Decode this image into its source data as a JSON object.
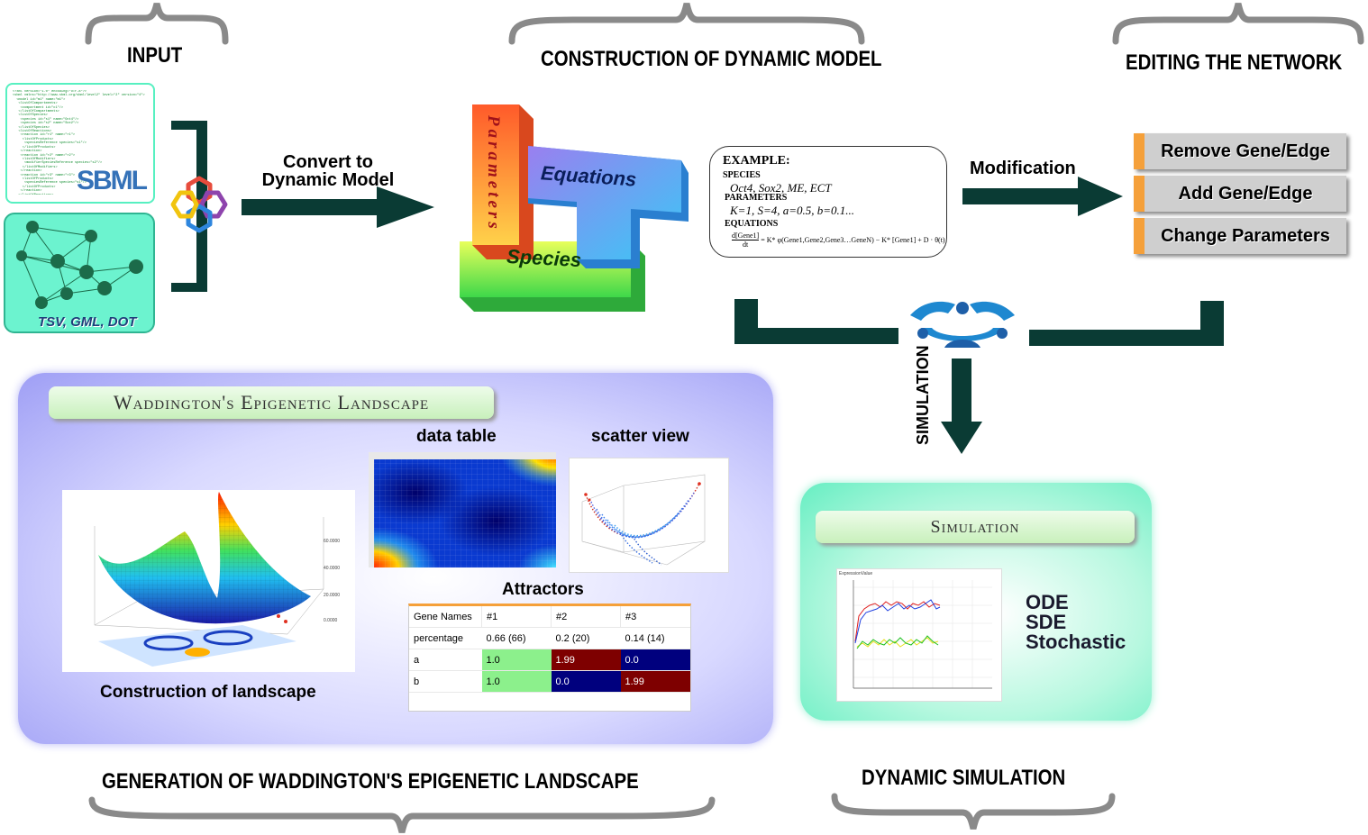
{
  "headings": {
    "input": "INPUT",
    "construction": "CONSTRUCTION OF DYNAMIC MODEL",
    "editing": "EDITING THE NETWORK",
    "generation": "GENERATION OF WADDINGTON'S EPIGENETIC LANDSCAPE",
    "dynamic_simulation": "DYNAMIC SIMULATION"
  },
  "input": {
    "sbml_logo": "SBML",
    "network_formats": "TSV, GML, DOT"
  },
  "convert_label_line1": "Convert to",
  "convert_label_line2": "Dynamic Model",
  "model_blocks": {
    "parameters": "Parameters",
    "equations": "Equations",
    "species": "Species"
  },
  "example": {
    "title": "EXAMPLE:",
    "species_label": "SPECIES",
    "species_value": "Oct4, Sox2, ME, ECT",
    "parameters_label": "PARAMETERS",
    "parameters_value": "K=1, S=4, a=0.5, b=0.1...",
    "equations_label": "EQUATIONS",
    "equation_numerator": "d[Gene1]",
    "equation_denominator": "dt",
    "equation_rhs": "= K* φ(Gene1,Gene2,Gene3…GeneN) − K* [Gene1] + D · θ(t)"
  },
  "modification_label": "Modification",
  "edit_buttons": [
    "Remove Gene/Edge",
    "Add Gene/Edge",
    "Change  Parameters"
  ],
  "simulation_vertical_label": "SIMULATION",
  "waddington": {
    "title": "Waddington's Epigenetic Landscape",
    "data_table_label": "data table",
    "scatter_view_label": "scatter view",
    "construction_label": "Construction of landscape",
    "attractors_label": "Attractors",
    "attractors_table": {
      "headers": [
        "Gene Names",
        "#1",
        "#2",
        "#3"
      ],
      "rows": [
        [
          "percentage",
          "0.66 (66)",
          "0.2 (20)",
          "0.14 (14)"
        ],
        [
          "a",
          "1.0",
          "1.99",
          "0.0"
        ],
        [
          "b",
          "1.0",
          "0.0",
          "1.99"
        ]
      ]
    }
  },
  "simulation_panel": {
    "title": "Simulation",
    "chart_title": "ExpressionValue",
    "methods": [
      "ODE",
      "SDE",
      "Stochastic"
    ]
  },
  "colors": {
    "dark_arrow": "#0a3b34",
    "orange_tab": "#f5a03a",
    "button_gray": "#cfcfcf",
    "wad_panel": "#9e9ef5",
    "sim_panel": "#66eec2"
  }
}
